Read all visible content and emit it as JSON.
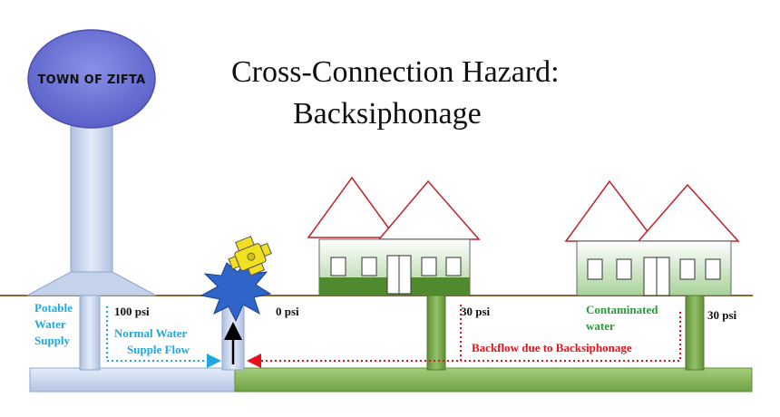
{
  "title": {
    "line1": "Cross-Connection Hazard:",
    "line2": "Backsiphonage"
  },
  "tower": {
    "label": "TOWN OF ZIFTA"
  },
  "labels": {
    "potable_1": "Potable",
    "potable_2": "Water",
    "potable_3": "Supply",
    "psi_100": "100 psi",
    "normal_1": "Normal Water",
    "normal_2": "Supple Flow",
    "psi_0": "0 psi",
    "psi_30_a": "30 psi",
    "contaminated_1": "Contaminated",
    "contaminated_2": "water",
    "psi_30_b": "30 psi",
    "backflow": "Backflow due to Backsiphonage"
  },
  "colors": {
    "potable": "#1fa8e0",
    "contaminated": "#2a9a3a",
    "backflow": "#e8101a",
    "clean_pipe": "#c9d8ee",
    "dirty_pipe": "#7fae4f",
    "ground": "#8a6a2c",
    "roof": "#c0202a",
    "break": "#2f64c8",
    "hydrant": "#f0e020"
  }
}
